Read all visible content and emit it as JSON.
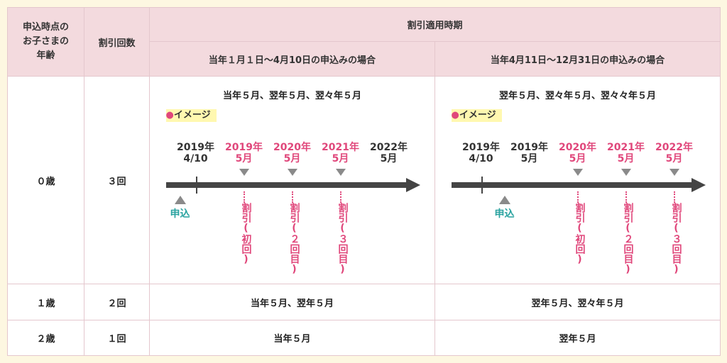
{
  "header": {
    "age_col_lines": [
      "申込時点の",
      "お子さまの",
      "年齢"
    ],
    "count_col": "割引回数",
    "period_col": "割引適用時期",
    "case_a": "当年１月１日〜4月10日の申込みの場合",
    "case_b": "当年4月11日〜12月31日の申込みの場合"
  },
  "rows": [
    {
      "age": "０歳",
      "count": "３回",
      "a": "当年５月、翌年５月、翌々年５月",
      "b": "翌年５月、翌々年５月、翌々々年５月"
    },
    {
      "age": "１歳",
      "count": "２回",
      "a": "当年５月、翌年５月",
      "b": "翌年５月、翌々年５月"
    },
    {
      "age": "２歳",
      "count": "１回",
      "a": "当年５月",
      "b": "翌年５月"
    }
  ],
  "timeline": {
    "image_label": "イメージ",
    "image_dot": "●",
    "apply_label": "申込",
    "a": {
      "years": [
        {
          "line1": "2019年",
          "line2": "4/10"
        },
        {
          "line1": "2019年",
          "line2": "5月"
        },
        {
          "line1": "2020年",
          "line2": "5月"
        },
        {
          "line1": "2021年",
          "line2": "5月"
        },
        {
          "line1": "2022年",
          "line2": "5月"
        }
      ],
      "discounts": [
        "割引(初回)",
        "割引(２回目)",
        "割引(３回目)"
      ]
    },
    "b": {
      "years": [
        {
          "line1": "2019年",
          "line2": "4/10"
        },
        {
          "line1": "2019年",
          "line2": "5月"
        },
        {
          "line1": "2020年",
          "line2": "5月"
        },
        {
          "line1": "2021年",
          "line2": "5月"
        },
        {
          "line1": "2022年",
          "line2": "5月"
        }
      ],
      "discounts": [
        "割引(初回)",
        "割引(２回目)",
        "割引(３回目)"
      ]
    }
  },
  "colors": {
    "accent_pink": "#e0477b",
    "apply_teal": "#2aa3a0",
    "header_bg": "#f3dade",
    "page_bg": "#fdf7e1"
  }
}
